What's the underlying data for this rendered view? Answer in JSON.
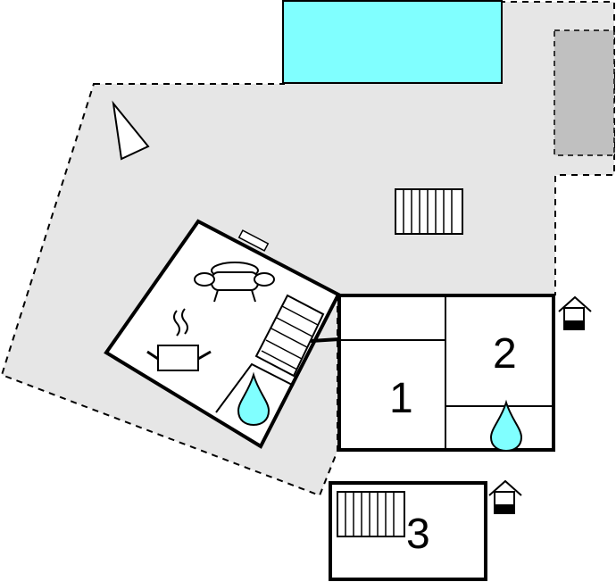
{
  "colors": {
    "terrace": "#e6e6e6",
    "pool": "#80ffff",
    "parking": "#c0c0c0",
    "water_drop": "#80ffff",
    "wall": "#000000"
  },
  "rooms": {
    "room_1": {
      "label": "1"
    },
    "room_2": {
      "label": "2"
    },
    "room_3": {
      "label": "3"
    }
  },
  "icons": [
    "north-arrow-icon",
    "stairs-icon",
    "sofa-icon",
    "cooking-pot-icon",
    "water-drop-icon",
    "house-entrance-icon",
    "window-icon"
  ]
}
